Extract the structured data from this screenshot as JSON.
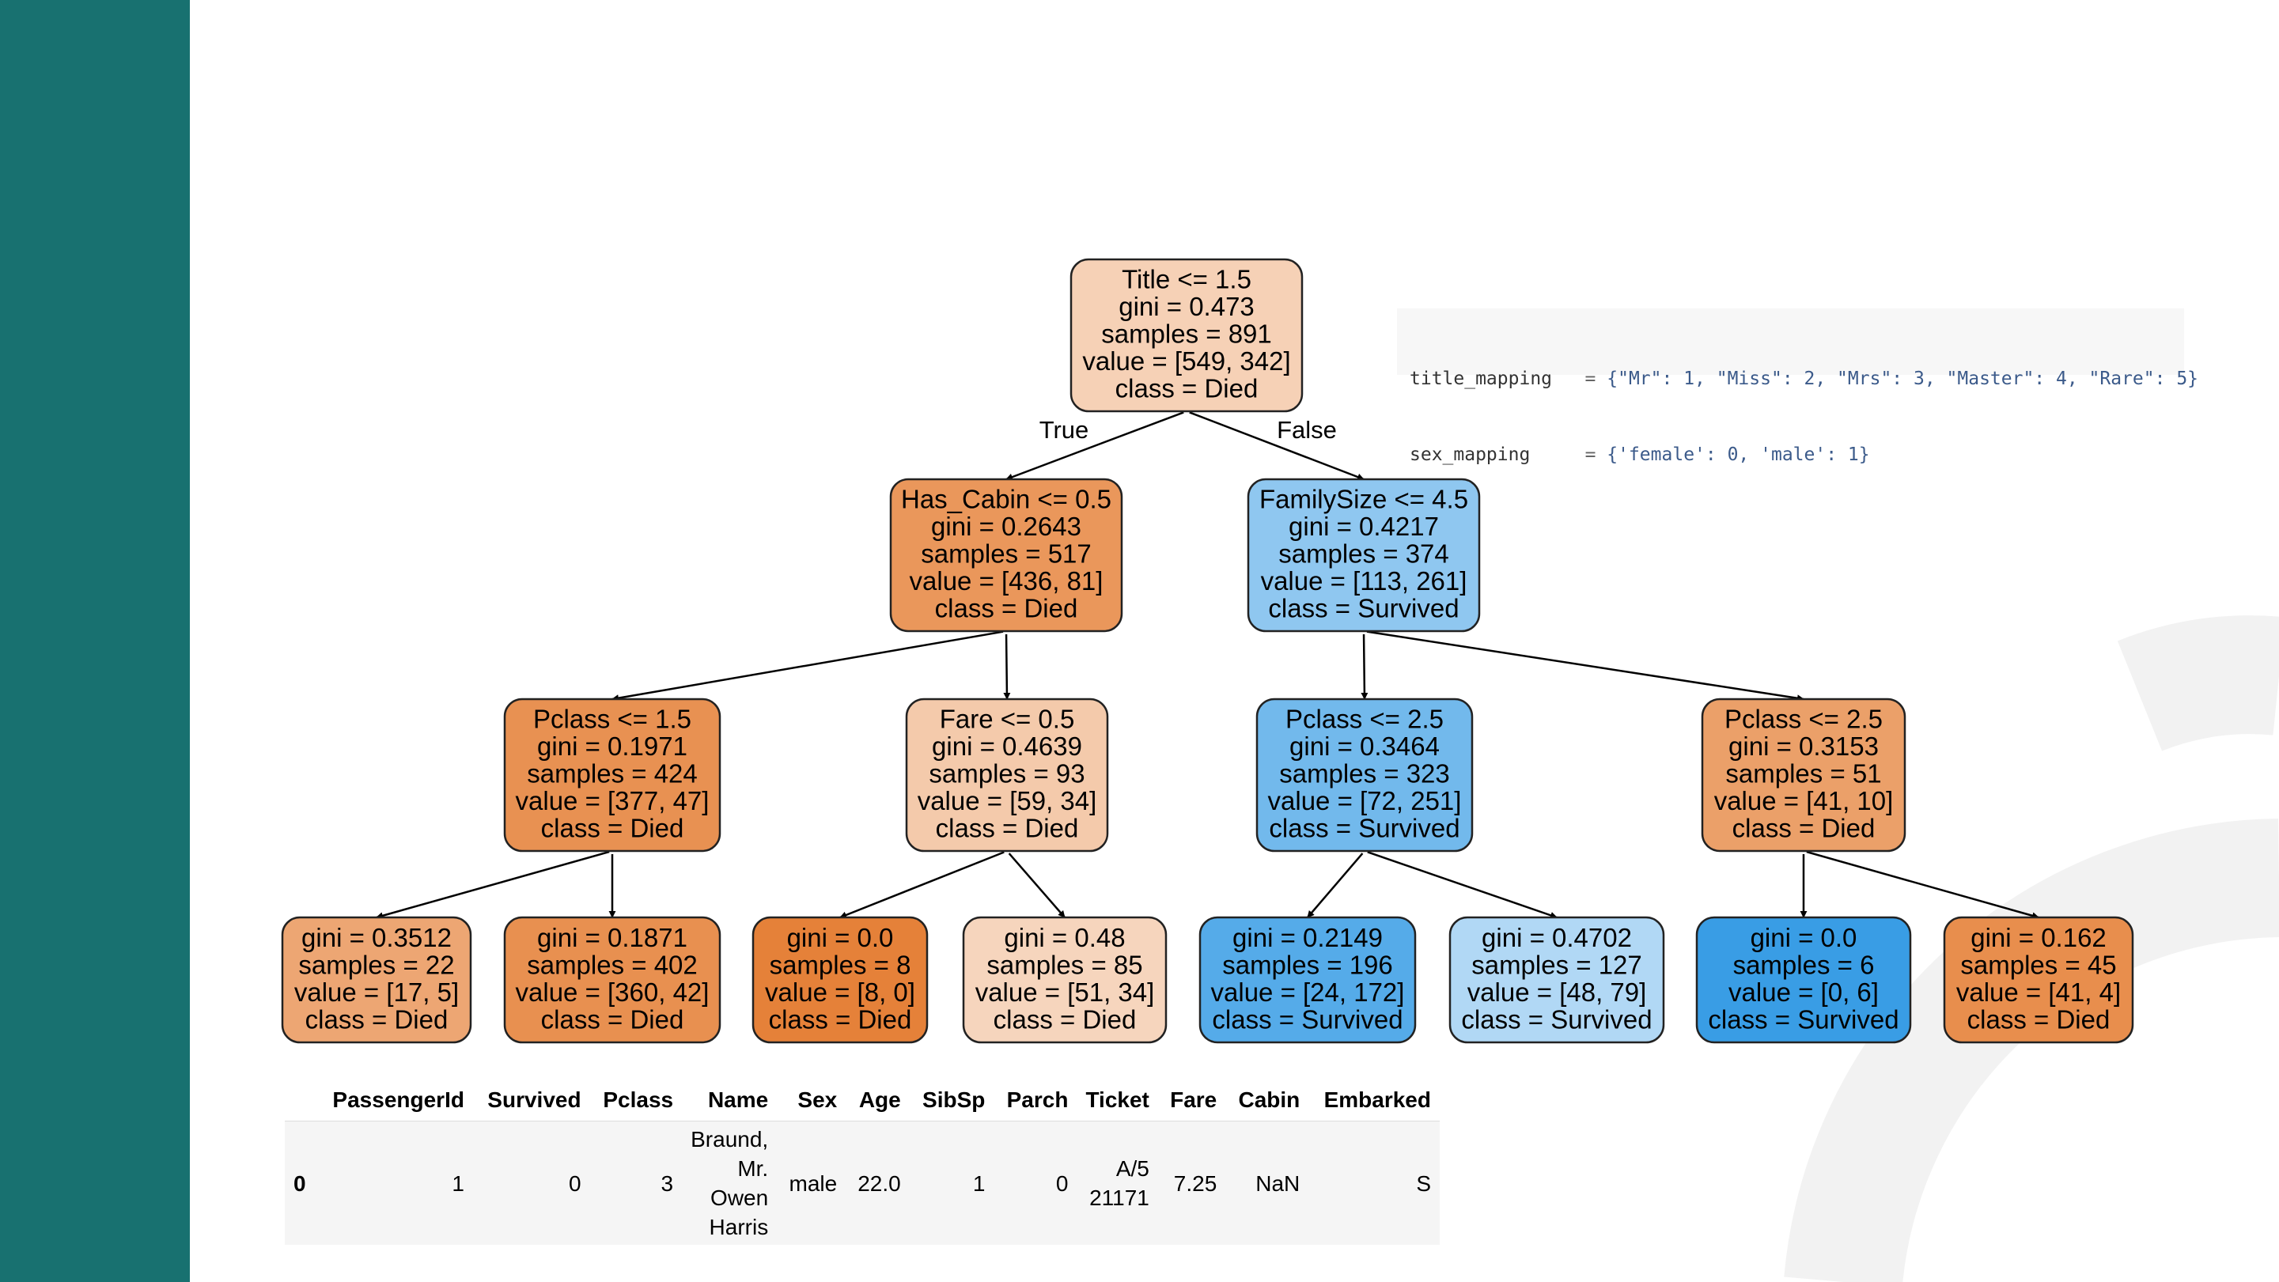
{
  "colors": {
    "sidebar": "#187170",
    "died_strong": "#e58139",
    "survived_strong": "#399de5"
  },
  "tree": {
    "edge_labels": {
      "true_label": "True",
      "false_label": "False"
    },
    "nodes": [
      {
        "id": "root",
        "lines": [
          "Title <= 1.5",
          "gini = 0.473",
          "samples = 891",
          "value = [549, 342]",
          "class = Died"
        ],
        "color": "#f6d1b6"
      },
      {
        "id": "has-cabin",
        "lines": [
          "Has_Cabin <= 0.5",
          "gini = 0.2643",
          "samples = 517",
          "value = [436, 81]",
          "class = Died"
        ],
        "color": "#ea975b"
      },
      {
        "id": "family-size",
        "lines": [
          "FamilySize <= 4.5",
          "gini = 0.4217",
          "samples = 374",
          "value = [113, 261]",
          "class = Survived"
        ],
        "color": "#8fc7f0"
      },
      {
        "id": "pclass-1",
        "lines": [
          "Pclass <= 1.5",
          "gini = 0.1971",
          "samples = 424",
          "value = [377, 47]",
          "class = Died"
        ],
        "color": "#e89152"
      },
      {
        "id": "fare",
        "lines": [
          "Fare <= 0.5",
          "gini = 0.4639",
          "samples = 93",
          "value = [59, 34]",
          "class = Died"
        ],
        "color": "#f4caab"
      },
      {
        "id": "pclass-2",
        "lines": [
          "Pclass <= 2.5",
          "gini = 0.3464",
          "samples = 323",
          "value = [72, 251]",
          "class = Survived"
        ],
        "color": "#72b9ec"
      },
      {
        "id": "pclass-3",
        "lines": [
          "Pclass <= 2.5",
          "gini = 0.3153",
          "samples = 51",
          "value = [41, 10]",
          "class = Died"
        ],
        "color": "#eba069"
      },
      {
        "id": "leaf-1",
        "lines": [
          "gini = 0.3512",
          "samples = 22",
          "value = [17, 5]",
          "class = Died"
        ],
        "color": "#eda673"
      },
      {
        "id": "leaf-2",
        "lines": [
          "gini = 0.1871",
          "samples = 402",
          "value = [360, 42]",
          "class = Died"
        ],
        "color": "#e89050"
      },
      {
        "id": "leaf-3",
        "lines": [
          "gini = 0.0",
          "samples = 8",
          "value = [8, 0]",
          "class = Died"
        ],
        "color": "#e58139"
      },
      {
        "id": "leaf-4",
        "lines": [
          "gini = 0.48",
          "samples = 85",
          "value = [51, 34]",
          "class = Died"
        ],
        "color": "#f6d5bd"
      },
      {
        "id": "leaf-5",
        "lines": [
          "gini = 0.2149",
          "samples = 196",
          "value = [24, 172]",
          "class = Survived"
        ],
        "color": "#55abe9"
      },
      {
        "id": "leaf-6",
        "lines": [
          "gini = 0.4702",
          "samples = 127",
          "value = [48, 79]",
          "class = Survived"
        ],
        "color": "#b1d8f5"
      },
      {
        "id": "leaf-7",
        "lines": [
          "gini = 0.0",
          "samples = 6",
          "value = [0, 6]",
          "class = Survived"
        ],
        "color": "#399de5"
      },
      {
        "id": "leaf-8",
        "lines": [
          "gini = 0.162",
          "samples = 45",
          "value = [41, 4]",
          "class = Died"
        ],
        "color": "#e88e4d"
      }
    ],
    "edges": [
      [
        "root",
        "has-cabin"
      ],
      [
        "root",
        "family-size"
      ],
      [
        "has-cabin",
        "pclass-1"
      ],
      [
        "has-cabin",
        "fare"
      ],
      [
        "family-size",
        "pclass-2"
      ],
      [
        "family-size",
        "pclass-3"
      ],
      [
        "pclass-1",
        "leaf-1"
      ],
      [
        "pclass-1",
        "leaf-2"
      ],
      [
        "fare",
        "leaf-3"
      ],
      [
        "fare",
        "leaf-4"
      ],
      [
        "pclass-2",
        "leaf-5"
      ],
      [
        "pclass-2",
        "leaf-6"
      ],
      [
        "pclass-3",
        "leaf-7"
      ],
      [
        "pclass-3",
        "leaf-8"
      ]
    ]
  },
  "mapping": {
    "title_name": "title_mapping",
    "title_value": "{\"Mr\": 1, \"Miss\": 2, \"Mrs\": 3, \"Master\": 4, \"Rare\": 5}",
    "sex_name": "sex_mapping",
    "sex_value": "{'female': 0, 'male': 1}"
  },
  "dataframe": {
    "columns": [
      "",
      "PassengerId",
      "Survived",
      "Pclass",
      "Name",
      "Sex",
      "Age",
      "SibSp",
      "Parch",
      "Ticket",
      "Fare",
      "Cabin",
      "Embarked"
    ],
    "rows": [
      {
        "index": "0",
        "PassengerId": "1",
        "Survived": "0",
        "Pclass": "3",
        "Name": "Braund, Mr. Owen Harris",
        "Sex": "male",
        "Age": "22.0",
        "SibSp": "1",
        "Parch": "0",
        "Ticket": "A/5 21171",
        "Fare": "7.25",
        "Cabin": "NaN",
        "Embarked": "S"
      }
    ]
  }
}
